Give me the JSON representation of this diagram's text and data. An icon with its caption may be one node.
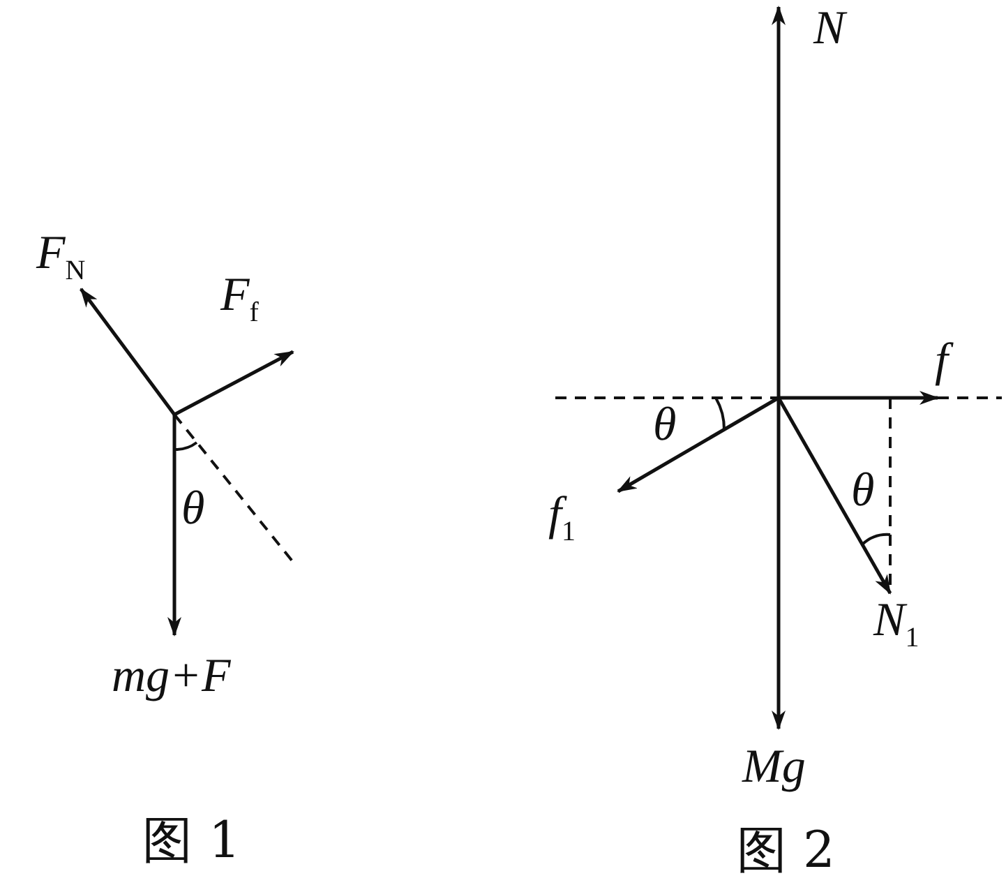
{
  "diagram": {
    "labels": [
      "F$_{N}$",
      "F$_{f}$",
      "θ",
      "mg+F",
      "图 1",
      "N",
      "f",
      "θ",
      "f$_{1}$",
      "θ",
      "N$_{1}$",
      "Mg",
      "图 2"
    ]
  }
}
